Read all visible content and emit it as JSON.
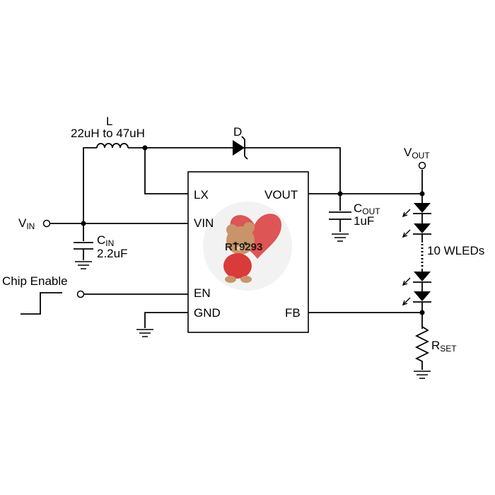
{
  "diagram": {
    "inductor": {
      "designator": "L",
      "value": "22uH to 47uH"
    },
    "diode": {
      "designator": "D"
    },
    "vin": {
      "base": "V",
      "sub": "IN"
    },
    "vout": {
      "base": "V",
      "sub": "OUT"
    },
    "cin": {
      "base": "C",
      "sub": "IN",
      "value": "2.2uF"
    },
    "cout": {
      "base": "C",
      "sub": "OUT",
      "value": "1uF"
    },
    "rset": {
      "base": "R",
      "sub": "SET"
    },
    "leds": {
      "label": "10 WLEDs"
    },
    "chip_enable": {
      "label": "Chip Enable"
    },
    "ic": {
      "part": "RT9293",
      "pins": {
        "lx": "LX",
        "vin": "VIN",
        "en": "EN",
        "gnd": "GND",
        "vout": "VOUT",
        "fb": "FB"
      }
    },
    "colors": {
      "line": "#000000",
      "heart": "#d93a3a",
      "bear": "#c9946a",
      "watermark_circle": "#f2f2f2"
    }
  }
}
